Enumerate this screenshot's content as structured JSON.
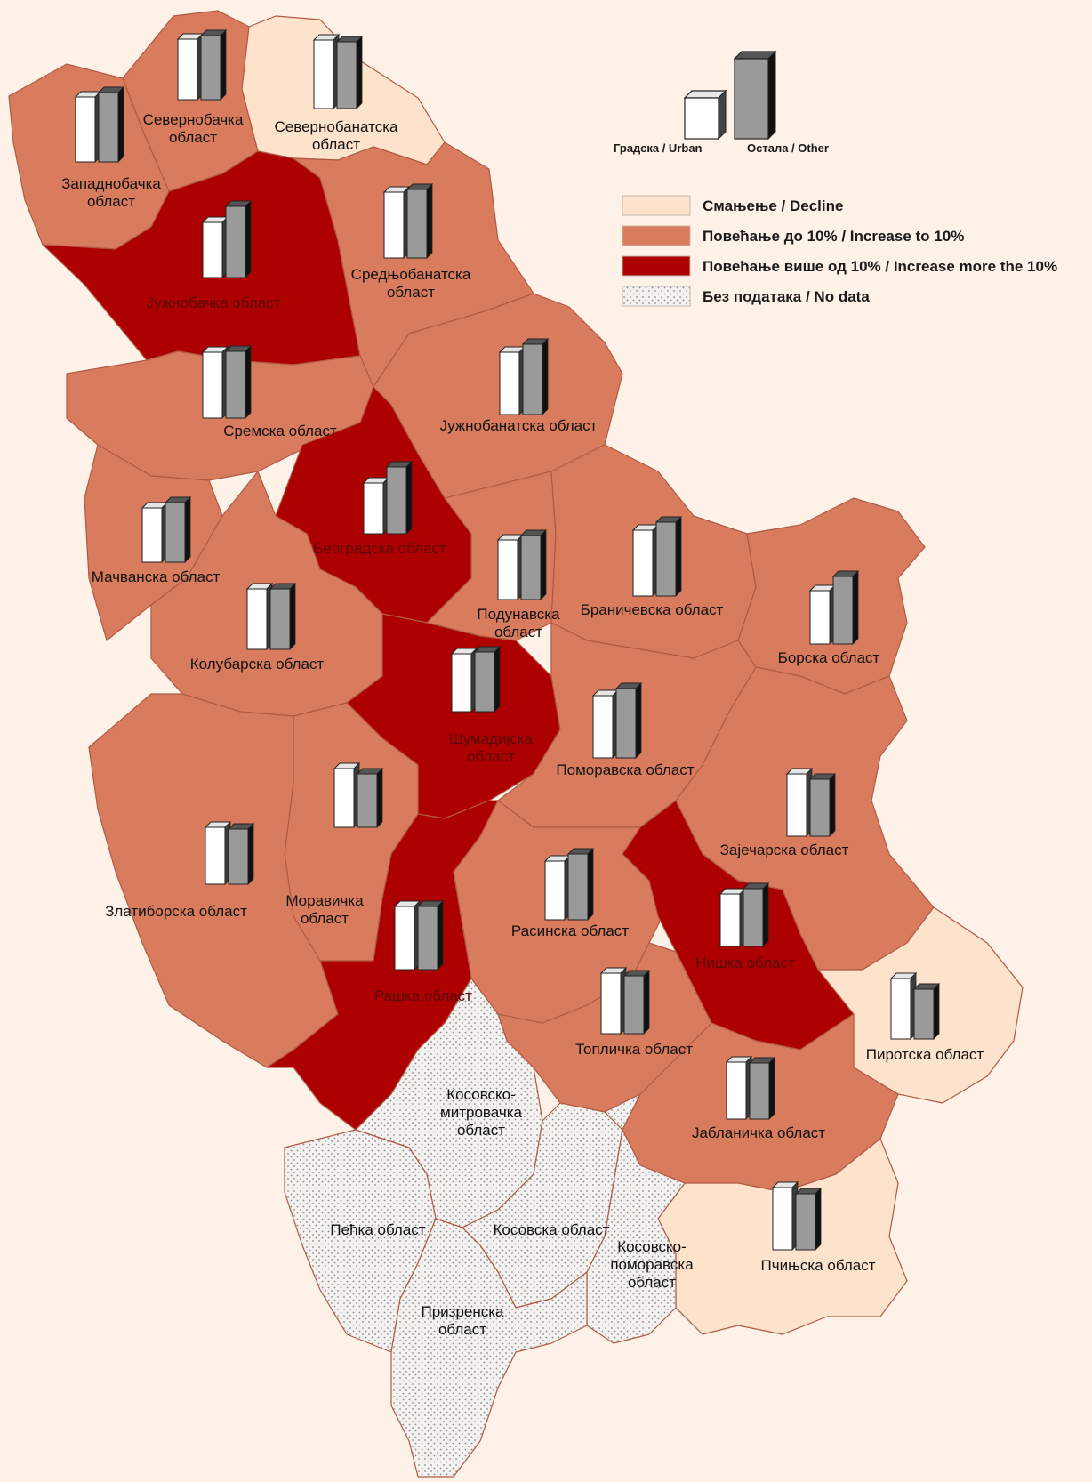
{
  "colors": {
    "background": "#fdf1e8",
    "decline": "#fde3cc",
    "increase_to_10": "#d97c5e",
    "increase_more_10": "#ad0000",
    "no_data": "#f2f0ee",
    "border": "#b05a44"
  },
  "legend": {
    "bars": {
      "urban_label": "Градска / Urban",
      "other_label": "Остала / Other"
    },
    "classes": [
      {
        "key": "decline",
        "label": "Смањење / Decline"
      },
      {
        "key": "increase_to_10",
        "label": "Повећање до 10% / Increase to 10%"
      },
      {
        "key": "increase_more_10",
        "label": "Повећање више од 10% / Increase more the 10%"
      },
      {
        "key": "no_data",
        "label": "Без података / No data"
      }
    ]
  },
  "regions": [
    {
      "id": "zapadnobacka",
      "lines": [
        "Западнобачка",
        "област"
      ],
      "class": "increase_to_10",
      "bars": {
        "urban": 0.73,
        "other": 0.78
      }
    },
    {
      "id": "severnobacka",
      "lines": [
        "Севернобачка",
        "област"
      ],
      "class": "increase_to_10",
      "bars": {
        "urban": 0.68,
        "other": 0.72
      }
    },
    {
      "id": "severnobanatska",
      "lines": [
        "Севернобанатска",
        "област"
      ],
      "class": "decline",
      "bars": {
        "urban": 0.77,
        "other": 0.75
      }
    },
    {
      "id": "juznobacka",
      "lines": [
        "Јужнобачка област"
      ],
      "class": "increase_more_10",
      "bars": {
        "urban": 0.62,
        "other": 0.8
      }
    },
    {
      "id": "srednjobanatska",
      "lines": [
        "Средњобанатска",
        "област"
      ],
      "class": "increase_to_10",
      "bars": {
        "urban": 0.74,
        "other": 0.77
      }
    },
    {
      "id": "sremska",
      "lines": [
        "Сремска област"
      ],
      "class": "increase_to_10",
      "bars": {
        "urban": 0.74,
        "other": 0.75
      }
    },
    {
      "id": "juznobanatska",
      "lines": [
        "Јужнобанатска област"
      ],
      "class": "increase_to_10",
      "bars": {
        "urban": 0.7,
        "other": 0.79
      }
    },
    {
      "id": "macvanska",
      "lines": [
        "Мачванска област"
      ],
      "class": "increase_to_10",
      "bars": {
        "urban": 0.61,
        "other": 0.67
      }
    },
    {
      "id": "beogradska",
      "lines": [
        "Београдска област"
      ],
      "class": "increase_more_10",
      "bars": {
        "urban": 0.57,
        "other": 0.75
      }
    },
    {
      "id": "podunavska",
      "lines": [
        "Подунавска",
        "област"
      ],
      "class": "increase_to_10",
      "bars": {
        "urban": 0.67,
        "other": 0.72
      }
    },
    {
      "id": "branicevska",
      "lines": [
        "Браничевска област"
      ],
      "class": "increase_to_10",
      "bars": {
        "urban": 0.74,
        "other": 0.83
      }
    },
    {
      "id": "borska",
      "lines": [
        "Борска област"
      ],
      "class": "increase_to_10",
      "bars": {
        "urban": 0.6,
        "other": 0.76
      }
    },
    {
      "id": "kolubarska",
      "lines": [
        "Колубарска област"
      ],
      "class": "increase_to_10",
      "bars": {
        "urban": 0.68,
        "other": 0.68
      }
    },
    {
      "id": "sumadijska",
      "lines": [
        "Шумадијска",
        "област"
      ],
      "class": "increase_more_10",
      "bars": {
        "urban": 0.65,
        "other": 0.67
      }
    },
    {
      "id": "pomoravska",
      "lines": [
        "Поморавска област"
      ],
      "class": "increase_to_10",
      "bars": {
        "urban": 0.7,
        "other": 0.78
      }
    },
    {
      "id": "moravicka",
      "lines": [
        "Моравичка",
        "област"
      ],
      "class": "increase_to_10",
      "bars": {
        "urban": 0.66,
        "other": 0.6
      }
    },
    {
      "id": "zlatiborska",
      "lines": [
        "Златиборска област"
      ],
      "class": "increase_to_10",
      "bars": {
        "urban": 0.64,
        "other": 0.62
      }
    },
    {
      "id": "zajecarska",
      "lines": [
        "Зајечарска област"
      ],
      "class": "increase_to_10",
      "bars": {
        "urban": 0.7,
        "other": 0.64
      }
    },
    {
      "id": "rasinska",
      "lines": [
        "Расинска област"
      ],
      "class": "increase_to_10",
      "bars": {
        "urban": 0.66,
        "other": 0.74
      }
    },
    {
      "id": "raska",
      "lines": [
        "Рашка област"
      ],
      "class": "increase_more_10",
      "bars": {
        "urban": 0.71,
        "other": 0.71
      }
    },
    {
      "id": "niska",
      "lines": [
        "Нишка област"
      ],
      "class": "increase_more_10",
      "bars": {
        "urban": 0.59,
        "other": 0.65
      }
    },
    {
      "id": "toplicka",
      "lines": [
        "Топличка област"
      ],
      "class": "increase_to_10",
      "bars": {
        "urban": 0.68,
        "other": 0.65
      }
    },
    {
      "id": "pirotska",
      "lines": [
        "Пиротска област"
      ],
      "class": "decline",
      "bars": {
        "urban": 0.68,
        "other": 0.56
      }
    },
    {
      "id": "jablanicka",
      "lines": [
        "Јабланичка област"
      ],
      "class": "increase_to_10",
      "bars": {
        "urban": 0.64,
        "other": 0.63
      }
    },
    {
      "id": "pcinjska",
      "lines": [
        "Пчињска област"
      ],
      "class": "decline",
      "bars": {
        "urban": 0.7,
        "other": 0.63
      }
    },
    {
      "id": "kosovsko-mitrovacka",
      "lines": [
        "Косовско-",
        "митровачка",
        "област"
      ],
      "class": "no_data",
      "bars": null
    },
    {
      "id": "pecka",
      "lines": [
        "Пећка област"
      ],
      "class": "no_data",
      "bars": null
    },
    {
      "id": "kosovska",
      "lines": [
        "Косовска област"
      ],
      "class": "no_data",
      "bars": null
    },
    {
      "id": "kosovsko-pomoravska",
      "lines": [
        "Косовско-",
        "поморавска",
        "област"
      ],
      "class": "no_data",
      "bars": null
    },
    {
      "id": "prizrenska",
      "lines": [
        "Призренска",
        "област"
      ],
      "class": "no_data",
      "bars": null
    }
  ]
}
